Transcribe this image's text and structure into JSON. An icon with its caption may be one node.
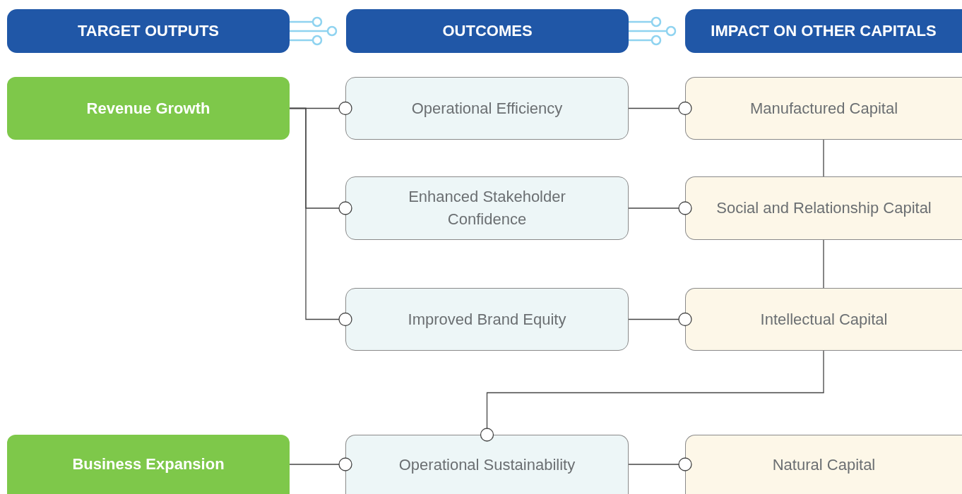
{
  "diagram": {
    "nodes": [
      {
        "text": [
          "TARGET OUTPUTS"
        ]
      },
      {
        "text": [
          "OUTCOMES"
        ]
      },
      {
        "text": [
          "IMPACT ON OTHER CAPITALS"
        ]
      },
      {
        "text": [
          "Revenue Growth"
        ]
      },
      {
        "text": [
          "Operational Efficiency"
        ]
      },
      {
        "text": [
          "Manufactured Capital"
        ]
      },
      {
        "text": [
          "Enhanced Stakeholder Confidence"
        ]
      },
      {
        "text": [
          "Social and Relationship Capital"
        ]
      },
      {
        "text": [
          "Improved Brand Equity"
        ]
      },
      {
        "text": [
          "Intellectual Capital"
        ]
      },
      {
        "text": [
          "Business Expansion"
        ]
      },
      {
        "text": [
          "Operational Sustainability"
        ]
      },
      {
        "text": [
          "Natural Capital"
        ]
      }
    ],
    "edges": [
      {
        "from": 3,
        "to": 4,
        "arrow": "other"
      },
      {
        "from": 3,
        "to": 6,
        "arrow": "other"
      },
      {
        "from": 3,
        "to": 8,
        "arrow": "other"
      },
      {
        "from": 4,
        "to": 5,
        "arrow": "other"
      },
      {
        "from": 6,
        "to": 7,
        "arrow": "other"
      },
      {
        "from": 8,
        "to": 9,
        "arrow": "other"
      },
      {
        "from": 5,
        "to": 7,
        "arrow": "none"
      },
      {
        "from": 7,
        "to": 9,
        "arrow": "none"
      },
      {
        "from": 9,
        "to": 11,
        "arrow": "other"
      },
      {
        "from": 10,
        "to": 11,
        "arrow": "other"
      },
      {
        "from": 11,
        "to": 12,
        "arrow": "other"
      }
    ]
  }
}
